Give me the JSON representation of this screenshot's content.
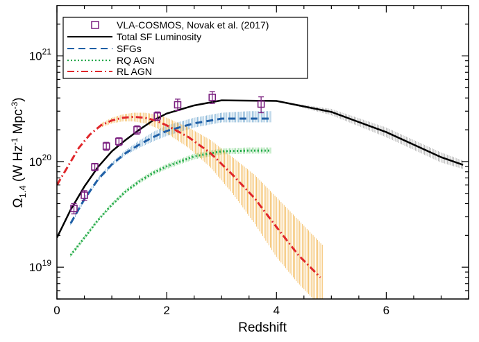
{
  "chart_data": {
    "type": "line",
    "title": "",
    "xlabel": "Redshift",
    "ylabel": {
      "main": "Ω",
      "sub": "1.4",
      "units_pre": " (W Hz",
      "sup1": "-1",
      "units_mid": " Mpc",
      "sup2": "-3",
      "units_post": ")"
    },
    "xlim": [
      0,
      7.5
    ],
    "ylim": [
      5e+18,
      3e+21
    ],
    "yscale": "log",
    "grid": false,
    "legend_placement": "top-left",
    "x_ticks": [
      0,
      2,
      4,
      6
    ],
    "x_tick_labels": [
      "0",
      "2",
      "4",
      "6"
    ],
    "y_ticks": [
      1e+19,
      1e+20,
      1e+21
    ],
    "y_tick_labels": [
      {
        "base": "10",
        "exp": "19"
      },
      {
        "base": "10",
        "exp": "20"
      },
      {
        "base": "10",
        "exp": "21"
      }
    ],
    "series": [
      {
        "name": "VLA-COSMOS, Novak et al. (2017)",
        "kind": "points",
        "color": "#7a1f7f",
        "x": [
          0.31,
          0.5,
          0.69,
          0.9,
          1.13,
          1.46,
          1.83,
          2.2,
          2.83,
          3.72
        ],
        "y": [
          3.6e+19,
          4.8e+19,
          8.9e+19,
          1.4e+20,
          1.55e+20,
          2e+20,
          2.7e+20,
          3.45e+20,
          4.05e+20,
          3.5e+20
        ],
        "ylow": [
          3.2e+19,
          4.3e+19,
          8.2e+19,
          1.28e+20,
          1.42e+20,
          1.82e+20,
          2.45e+20,
          3.05e+20,
          3.55e+20,
          2.9e+20
        ],
        "yhigh": [
          4e+19,
          5.3e+19,
          9.6e+19,
          1.52e+20,
          1.68e+20,
          2.18e+20,
          2.95e+20,
          3.9e+20,
          4.6e+20,
          4.1e+20
        ]
      },
      {
        "name": "Total SF Luminosity",
        "kind": "line",
        "color": "#000000",
        "style": "solid",
        "x": [
          0.0,
          0.25,
          0.5,
          0.75,
          1.0,
          1.25,
          1.5,
          1.75,
          2.0,
          2.5,
          3.0,
          4.0,
          5.0,
          6.0,
          7.0,
          7.4
        ],
        "y": [
          1.9e+19,
          3.5e+19,
          5.8e+19,
          8.9e+19,
          1.25e+20,
          1.6e+20,
          2e+20,
          2.45e+20,
          2.85e+20,
          3.4e+20,
          3.8e+20,
          3.75e+20,
          2.95e+20,
          1.9e+20,
          1.1e+20,
          9.3e+19
        ],
        "band_x": [
          4.0,
          5.0,
          6.0,
          7.0,
          7.4
        ],
        "band_low": [
          3.75e+20,
          2.75e+20,
          1.7e+20,
          9.8e+19,
          8.5e+19
        ],
        "band_high": [
          3.75e+20,
          3.15e+20,
          2.1e+20,
          1.22e+20,
          1.02e+20
        ],
        "band_color": "#999999"
      },
      {
        "name": "SFGs",
        "kind": "line",
        "color": "#1f5fa6",
        "style": "dashed",
        "x": [
          0.25,
          0.5,
          0.75,
          1.0,
          1.25,
          1.5,
          1.75,
          2.0,
          2.5,
          3.0,
          3.5,
          3.9
        ],
        "y": [
          2.6e+19,
          4.4e+19,
          6.8e+19,
          9.4e+19,
          1.2e+20,
          1.45e+20,
          1.7e+20,
          1.95e+20,
          2.3e+20,
          2.55e+20,
          2.55e+20,
          2.55e+20
        ],
        "band_x": [
          0.25,
          0.5,
          0.75,
          1.0,
          1.25,
          1.5,
          1.75,
          2.0,
          2.5,
          3.0,
          3.5,
          3.9
        ],
        "band_low": [
          2.5e+19,
          4.2e+19,
          6.5e+19,
          9e+19,
          1.15e+20,
          1.35e+20,
          1.55e+20,
          1.75e+20,
          2.1e+20,
          2.35e+20,
          2.35e+20,
          2.35e+20
        ],
        "band_high": [
          2.7e+19,
          4.6e+19,
          7.1e+19,
          9.8e+19,
          1.28e+20,
          1.58e+20,
          1.9e+20,
          2.2e+20,
          2.6e+20,
          2.9e+20,
          3e+20,
          3e+20
        ],
        "band_color": "#5b9bc8"
      },
      {
        "name": "RQ AGN",
        "kind": "line",
        "color": "#22a84a",
        "style": "dotted",
        "x": [
          0.25,
          0.5,
          0.75,
          1.0,
          1.25,
          1.5,
          1.75,
          2.0,
          2.5,
          3.0,
          3.5,
          3.9
        ],
        "y": [
          1.3e+19,
          1.9e+19,
          2.8e+19,
          3.9e+19,
          5.2e+19,
          6.5e+19,
          7.8e+19,
          9e+19,
          1.12e+20,
          1.25e+20,
          1.27e+20,
          1.27e+20
        ],
        "band_x": [
          0.25,
          0.5,
          0.75,
          1.0,
          1.25,
          1.5,
          1.75,
          2.0,
          2.5,
          3.0,
          3.5,
          3.9
        ],
        "band_low": [
          1.25e+19,
          1.82e+19,
          2.7e+19,
          3.75e+19,
          5e+19,
          6.2e+19,
          7.4e+19,
          8.5e+19,
          1.05e+20,
          1.17e+20,
          1.19e+20,
          1.19e+20
        ],
        "band_high": [
          1.35e+19,
          1.98e+19,
          2.9e+19,
          4.05e+19,
          5.45e+19,
          6.8e+19,
          8.2e+19,
          9.5e+19,
          1.19e+20,
          1.33e+20,
          1.36e+20,
          1.36e+20
        ],
        "band_color": "#6fcf7a"
      },
      {
        "name": "RL AGN",
        "kind": "line",
        "color": "#e0262a",
        "style": "dashdot",
        "x": [
          0.0,
          0.2,
          0.4,
          0.6,
          0.8,
          1.0,
          1.2,
          1.4,
          1.6,
          1.8,
          2.0,
          2.4,
          2.8,
          3.2,
          3.6,
          4.0,
          4.4,
          4.8
        ],
        "y": [
          6e+19,
          9e+19,
          1.35e+20,
          1.8e+20,
          2.2e+20,
          2.45e+20,
          2.6e+20,
          2.65e+20,
          2.6e+20,
          2.45e+20,
          2.2e+20,
          1.7e+20,
          1.2e+20,
          7.5e+19,
          4.5e+19,
          2.4e+19,
          1.3e+19,
          8e+18
        ],
        "band_x": [
          0.8,
          1.0,
          1.2,
          1.4,
          1.6,
          1.8,
          2.0,
          2.4,
          2.8,
          3.2,
          3.6,
          4.0,
          4.4,
          4.85
        ],
        "band_low": [
          2.1e+20,
          2.3e+20,
          2.4e+20,
          2.4e+20,
          2.3e+20,
          2.1e+20,
          1.85e+20,
          1.35e+20,
          8.8e+19,
          5e+19,
          2.6e+19,
          1.25e+19,
          7e+18,
          4e+18
        ],
        "band_high": [
          2.3e+20,
          2.6e+20,
          2.8e+20,
          2.9e+20,
          2.9e+20,
          2.8e+20,
          2.6e+20,
          2.1e+20,
          1.6e+20,
          1.1e+20,
          7.5e+19,
          4.6e+19,
          2.8e+19,
          1.6e+19
        ],
        "band_color": "#f0a830"
      }
    ]
  }
}
